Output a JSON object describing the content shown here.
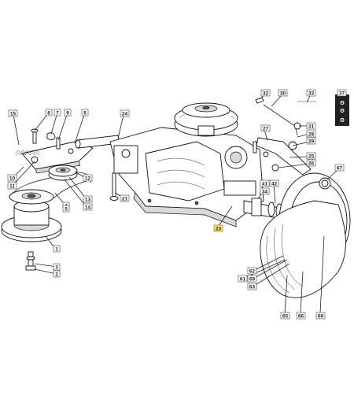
{
  "labels": {
    "l1": "1",
    "l2": "2",
    "l3": "3",
    "l4": "4",
    "l5": "5",
    "l6": "6",
    "l7": "7",
    "l8": "8",
    "l9": "9",
    "l10": "10",
    "l11": "11",
    "l12": "12",
    "l13": "13",
    "l14": "14",
    "l15": "15",
    "l21": "21",
    "l23": "23",
    "l24": "24",
    "l25": "25",
    "l26": "26",
    "l27": "27",
    "l28": "28",
    "l29": "29",
    "l30": "30",
    "l31": "31",
    "l32": "32",
    "l33": "33",
    "l34": "34",
    "l37": "37",
    "l41": "41",
    "l42": "42",
    "l61": "61",
    "l62": "62",
    "l63": "63",
    "l65": "65",
    "l66": "66",
    "l67": "67",
    "l68": "68",
    "l69": "69"
  },
  "highlight": {
    "label": "l23",
    "color": "#ffe97a"
  }
}
